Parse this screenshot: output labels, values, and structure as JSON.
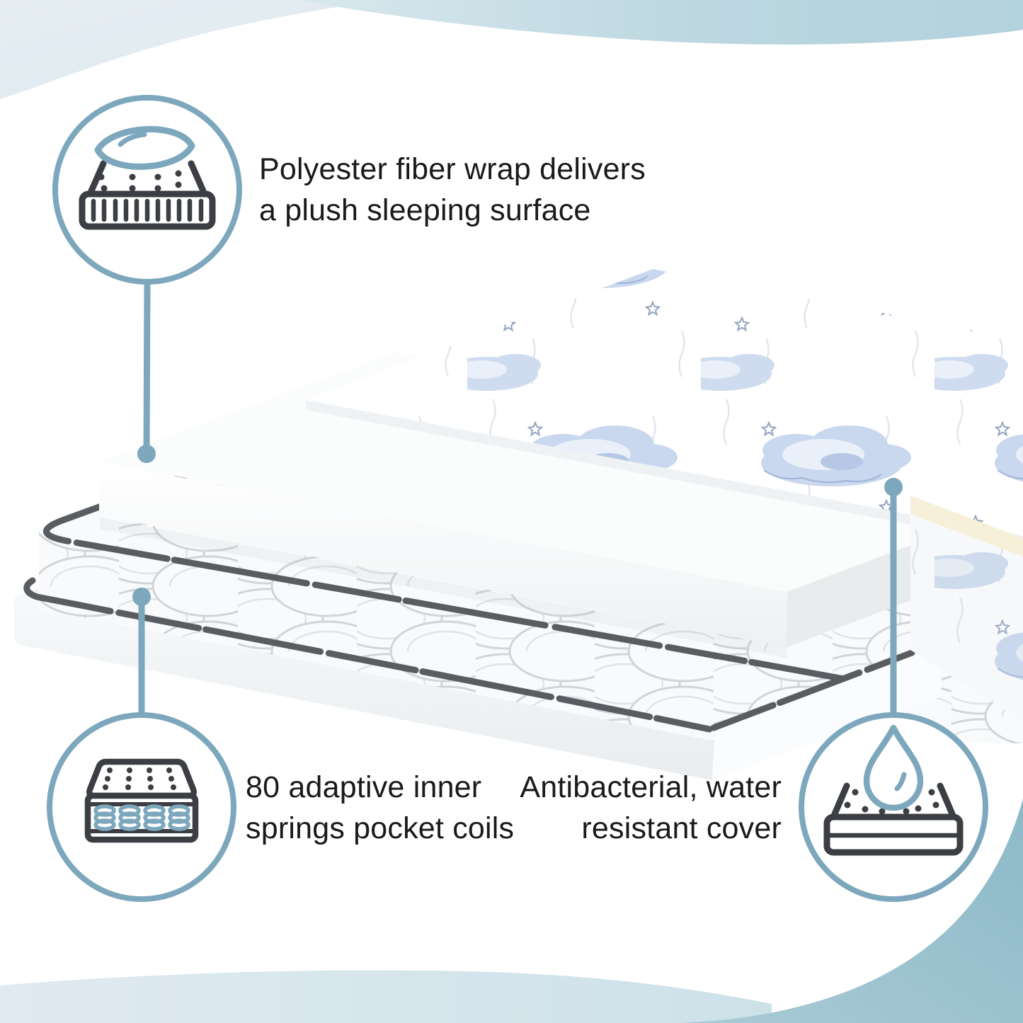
{
  "features": [
    {
      "id": "fiber-wrap",
      "icon": "pillow-top-mattress-icon",
      "label_line1": "Polyester fiber wrap delivers",
      "label_line2": "a plush sleeping surface"
    },
    {
      "id": "inner-springs",
      "icon": "pocket-coils-mattress-icon",
      "label_line1": "80 adaptive inner",
      "label_line2": "springs pocket coils"
    },
    {
      "id": "water-resistant-cover",
      "icon": "water-drop-mattress-icon",
      "label_line1": "Antibacterial, water",
      "label_line2": "resistant cover"
    }
  ],
  "colors": {
    "accent": "#7da7bc",
    "icon-dark": "#3b3e42",
    "text": "#1a1a1c",
    "wave-teal": "#9dc2cf",
    "wave-pale": "#dfeaf0",
    "cloud-blue": "#c9d8ee",
    "wire-gray": "#595d61",
    "cream-edge": "#f6f0d8"
  }
}
